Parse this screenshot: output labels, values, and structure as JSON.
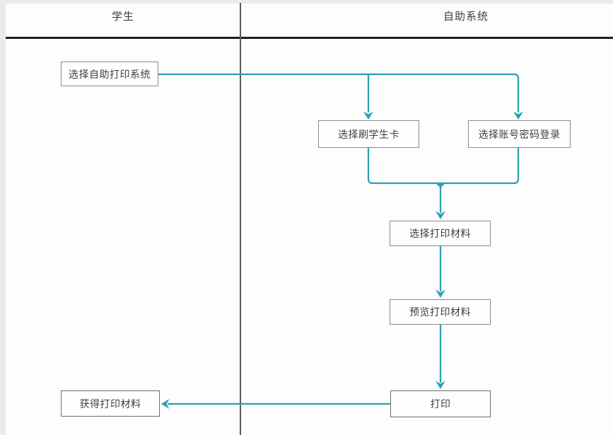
{
  "diagram": {
    "type": "swimlane-flowchart",
    "lanes": [
      {
        "label": "学生"
      },
      {
        "label": "自助系统"
      }
    ],
    "nodes": [
      {
        "id": "select-self-print-system",
        "label": "选择自助打印系统",
        "lane": "学生"
      },
      {
        "id": "select-swipe-student-card",
        "label": "选择刷学生卡",
        "lane": "自助系统"
      },
      {
        "id": "select-account-password-login",
        "label": "选择账号密码登录",
        "lane": "自助系统"
      },
      {
        "id": "select-print-material",
        "label": "选择打印材料",
        "lane": "自助系统"
      },
      {
        "id": "preview-print-material",
        "label": "预览打印材料",
        "lane": "自助系统"
      },
      {
        "id": "print",
        "label": "打印",
        "lane": "自助系统"
      },
      {
        "id": "get-print-material",
        "label": "获得打印材料",
        "lane": "学生"
      }
    ],
    "edges": [
      {
        "from": "select-self-print-system",
        "to": "select-swipe-student-card"
      },
      {
        "from": "select-self-print-system",
        "to": "select-account-password-login"
      },
      {
        "from": "select-swipe-student-card",
        "to": "select-print-material"
      },
      {
        "from": "select-account-password-login",
        "to": "select-print-material"
      },
      {
        "from": "select-print-material",
        "to": "preview-print-material"
      },
      {
        "from": "preview-print-material",
        "to": "print"
      },
      {
        "from": "print",
        "to": "get-print-material"
      }
    ]
  },
  "colors": {
    "connector": "#2b9fb2",
    "node_border": "#8a8a8a",
    "node_border_dark": "#6d6d6d",
    "header_line": "#1f1f1f",
    "lane_divider": "#5a5a5a",
    "page_edge": "#ebebeb",
    "text": "#3d3d3d",
    "background": "#fdfdfd"
  }
}
